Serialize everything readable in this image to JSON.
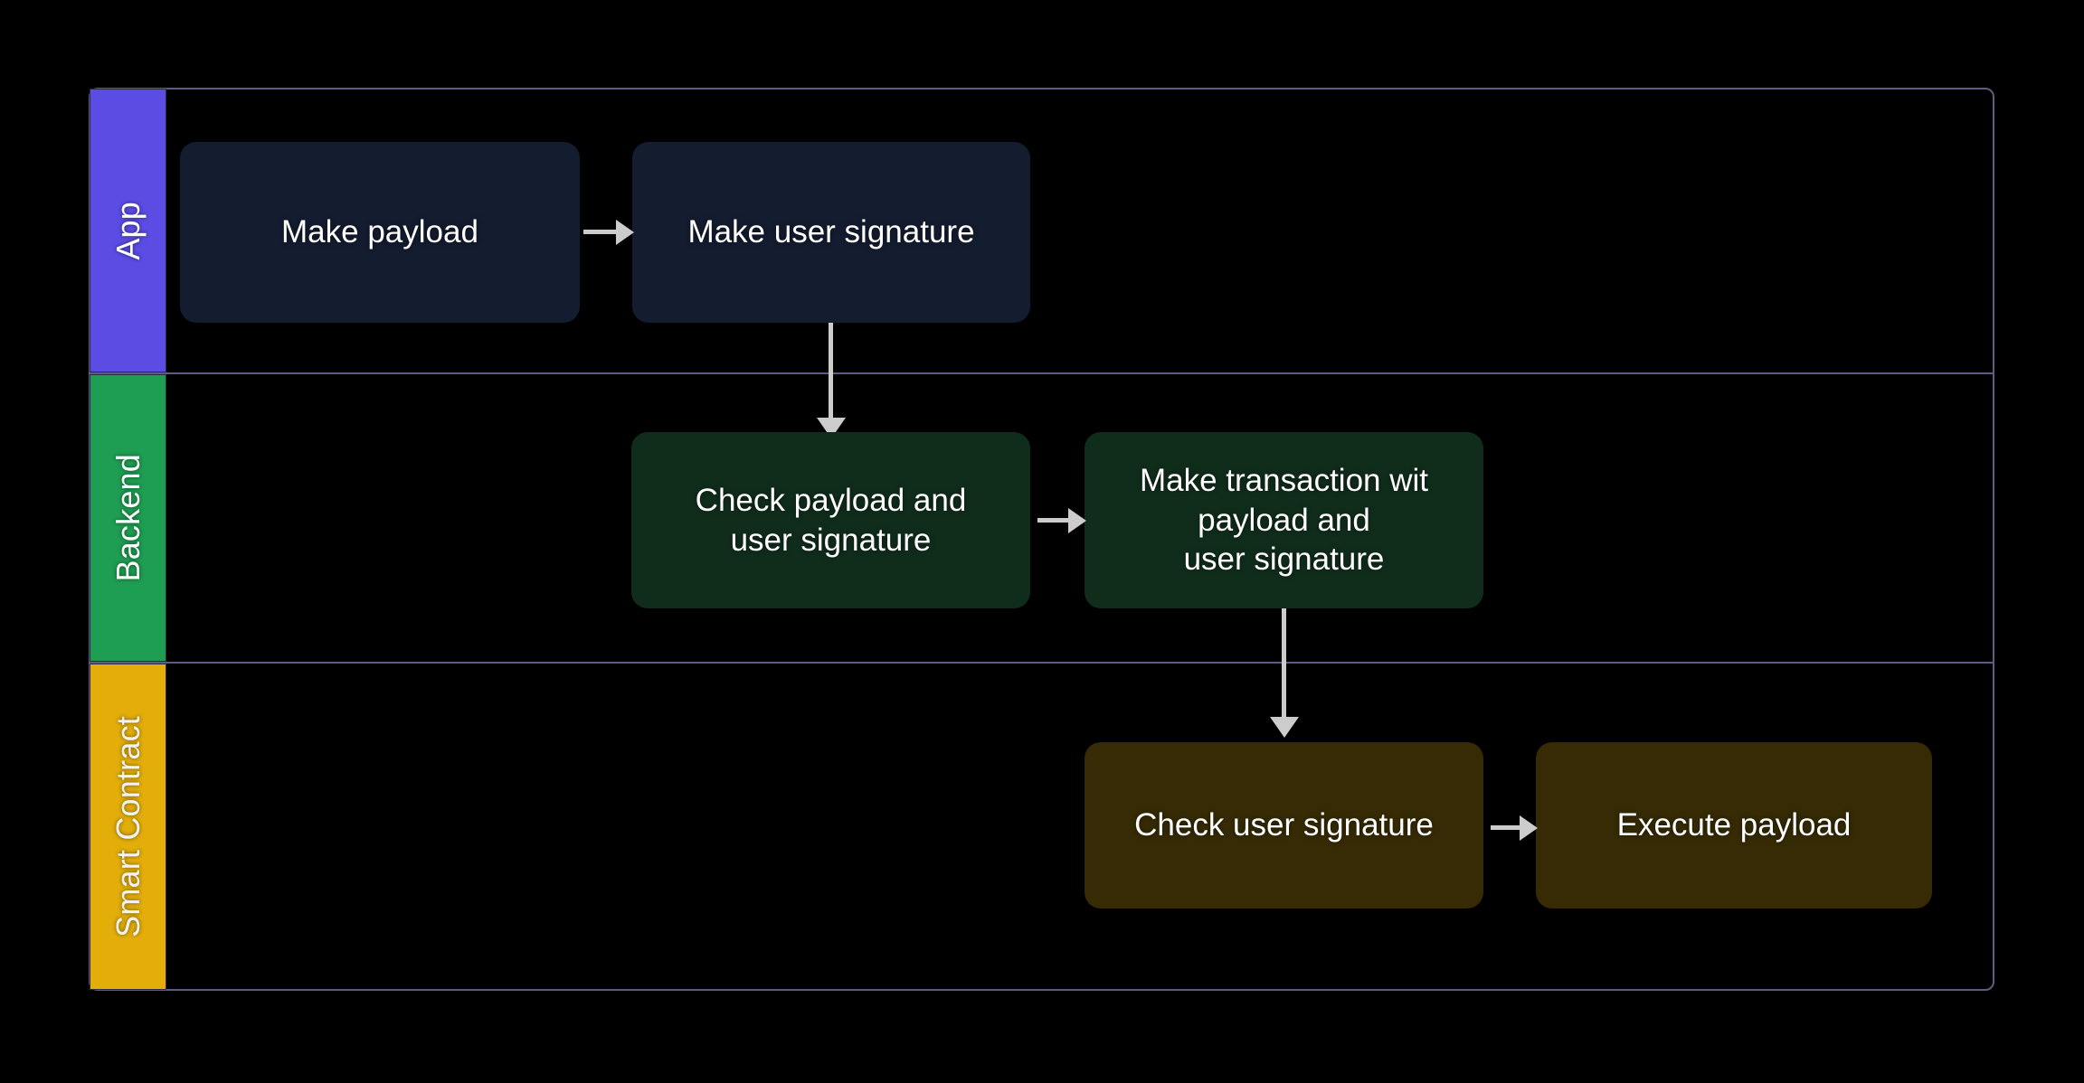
{
  "diagram": {
    "type": "swimlane-flowchart",
    "background_color": "#000000",
    "frame_border_color": "#5c5c86",
    "lanes": [
      {
        "id": "app",
        "label": "App",
        "header_color": "#5b4ce4",
        "node_fill": "#141c30"
      },
      {
        "id": "backend",
        "label": "Backend",
        "header_color": "#1e9e52",
        "node_fill": "#102d1c"
      },
      {
        "id": "smart-contract",
        "label": "Smart Contract",
        "header_color": "#e3ae0a",
        "node_fill": "#362b05"
      }
    ],
    "nodes": [
      {
        "id": "make-payload",
        "lane": "app",
        "label": "Make payload"
      },
      {
        "id": "make-user-signature",
        "lane": "app",
        "label": "Make user signature"
      },
      {
        "id": "check-payload",
        "lane": "backend",
        "label": "Check payload and\nuser signature"
      },
      {
        "id": "make-transaction",
        "lane": "backend",
        "label": "Make transaction wit\npayload and\nuser signature"
      },
      {
        "id": "check-user-signature",
        "lane": "smart-contract",
        "label": "Check user signature"
      },
      {
        "id": "execute-payload",
        "lane": "smart-contract",
        "label": "Execute payload"
      }
    ],
    "edges": [
      {
        "from": "make-payload",
        "to": "make-user-signature",
        "direction": "right"
      },
      {
        "from": "make-user-signature",
        "to": "check-payload",
        "direction": "down"
      },
      {
        "from": "check-payload",
        "to": "make-transaction",
        "direction": "right"
      },
      {
        "from": "make-transaction",
        "to": "check-user-signature",
        "direction": "down"
      },
      {
        "from": "check-user-signature",
        "to": "execute-payload",
        "direction": "right"
      }
    ],
    "edge_color": "#cccccc"
  }
}
